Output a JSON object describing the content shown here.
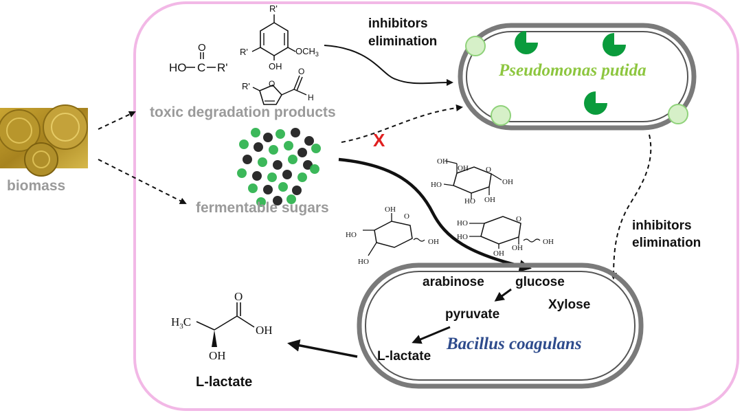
{
  "labels": {
    "biomass": "biomass",
    "toxic_products": "toxic degradation products",
    "fermentable_sugars": "fermentable sugars",
    "inhibitors_top_1": "inhibitors",
    "inhibitors_top_2": "elimination",
    "inhibitors_right_1": "inhibitors",
    "inhibitors_right_2": "elimination",
    "pseudomonas": "Pseudomonas putida",
    "bacillus": "Bacillus coagulans",
    "arabinose": "arabinose",
    "glucose": "glucose",
    "xylose": "Xylose",
    "pyruvate": "pyruvate",
    "l_lactate_inner": "L-lactate",
    "l_lactate_product": "L-lactate",
    "blocked_mark": "X"
  },
  "chem": {
    "acid_ho": "HO",
    "acid_c": "C",
    "acid_r": "R'",
    "acid_o": "O",
    "phenol_r_top": "R'",
    "phenol_r_left": "R'",
    "phenol_och3": "OCH",
    "phenol_och3_sub": "3",
    "phenol_oh": "OH",
    "furan_r": "R'",
    "furan_o": "O",
    "furan_ald_o": "O",
    "furan_ald_h": "H",
    "lactate_h3c": "H",
    "lactate_h3c_sub": "3",
    "lactate_h3c_c": "C",
    "lactate_o": "O",
    "lactate_oh": "OH",
    "lactate_oh_bottom": "OH",
    "sugar_oh": "OH",
    "sugar_ho": "HO",
    "sugar_o": "O"
  },
  "colors": {
    "outer_border": "#f2b8e6",
    "pseudomonas_text": "#8dc63f",
    "bacillus_text": "#2e4b8c",
    "green_dot": "#2bb24c",
    "black_dot": "#1a1a1a",
    "gray_label": "#9a9a9a",
    "red_x": "#e02020",
    "pie_green": "#0a9b3c",
    "pore_green": "#8fd27a"
  }
}
